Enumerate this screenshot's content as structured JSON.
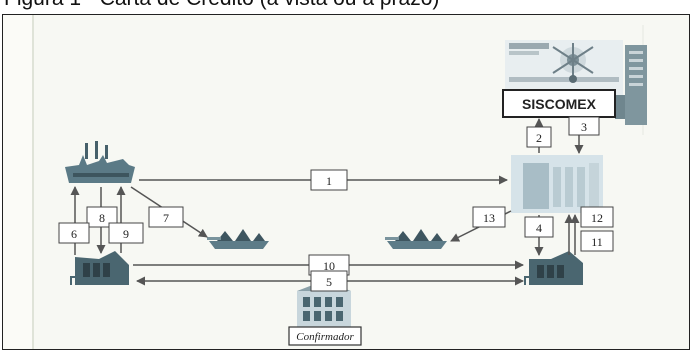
{
  "figure": {
    "caption": "Figura 1 - Carta de Crédito (à vista ou à prazo)"
  },
  "diagram": {
    "system_label": "SISCOMEX",
    "confirmer_label": "Confirmador",
    "flows": [
      {
        "number": "1",
        "description": "left factory to right bank"
      },
      {
        "number": "2",
        "description": "right bank to SISCOMEX"
      },
      {
        "number": "3",
        "description": "SISCOMEX to right bank"
      },
      {
        "number": "4",
        "description": "right bank to right house"
      },
      {
        "number": "5",
        "description": "two-way between houses"
      },
      {
        "number": "6",
        "description": "left house up to factory"
      },
      {
        "number": "7",
        "description": "factory to left ship"
      },
      {
        "number": "8",
        "description": "factory down to left house"
      },
      {
        "number": "9",
        "description": "left house up to factory"
      },
      {
        "number": "10",
        "description": "left house to right house"
      },
      {
        "number": "11",
        "description": "right house up to bank"
      },
      {
        "number": "12",
        "description": "right house up to bank"
      },
      {
        "number": "13",
        "description": "right bank to right ship"
      }
    ]
  },
  "colors": {
    "factory": "#5b7a86",
    "house": "#4a6670",
    "house_window": "#2f4148",
    "bank": "#d7e4ea",
    "ship": "#5d7c88",
    "arrow": "#555555",
    "box_border": "#444444"
  }
}
